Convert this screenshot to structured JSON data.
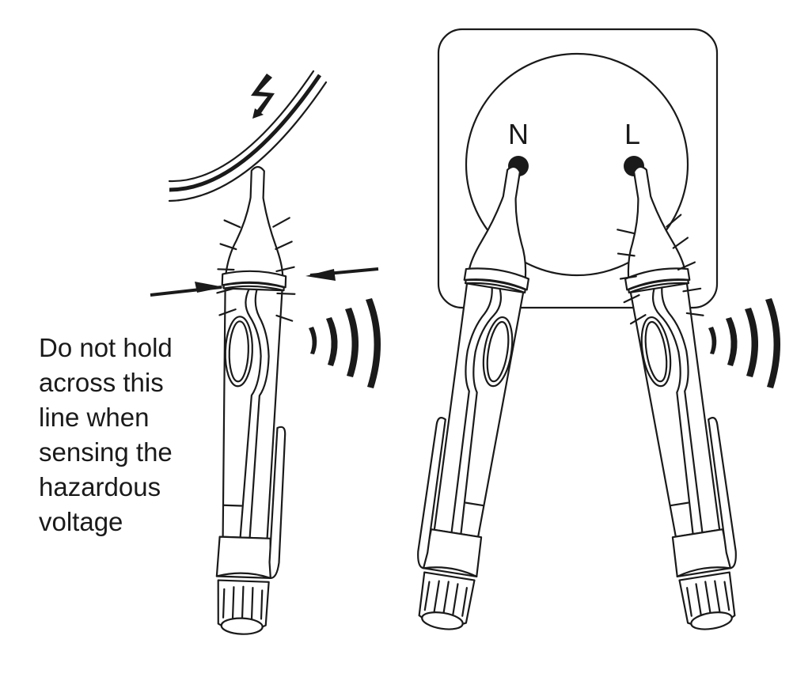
{
  "diagram": {
    "caption_lines": [
      "Do not hold",
      "across this",
      "line when",
      "sensing the",
      "hazardous",
      "voltage"
    ],
    "socket": {
      "neutral_label": "N",
      "live_label": "L"
    },
    "figures": [
      {
        "name": "tester-on-cable",
        "description": "Voltage tester tip touching live cable, glowing and beeping, arrows mark the hold-limit line"
      },
      {
        "name": "tester-on-neutral",
        "description": "Voltage tester inserted in socket N (no indication)"
      },
      {
        "name": "tester-on-live",
        "description": "Voltage tester inserted in socket L, glowing and beeping"
      }
    ],
    "colors": {
      "line": "#1a1a1a",
      "background": "#ffffff"
    }
  }
}
